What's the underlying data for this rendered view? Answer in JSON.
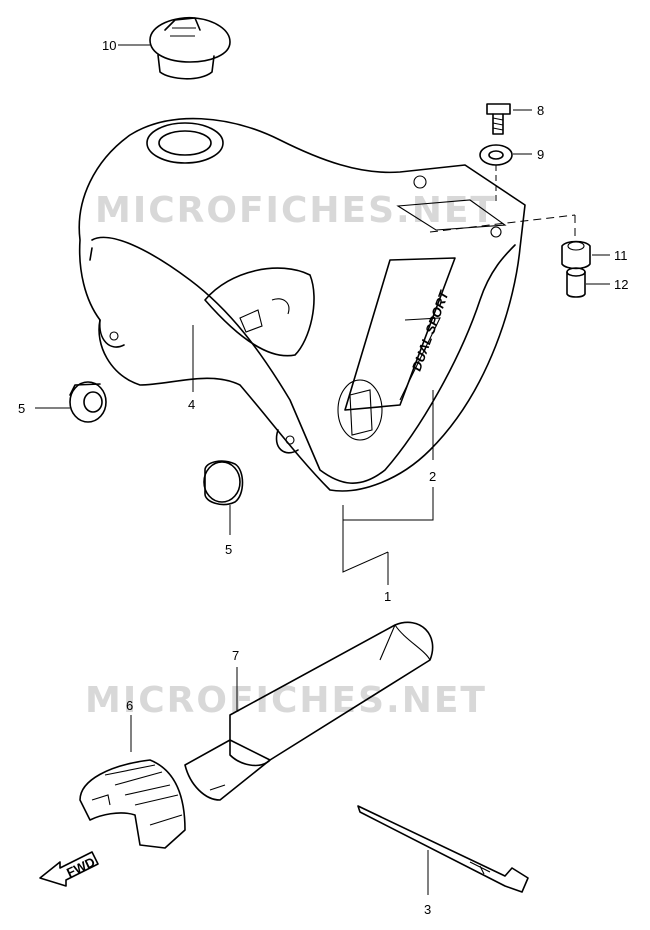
{
  "diagram": {
    "watermark": "MICROFICHES.NET",
    "decal_text": "DUAL SPORT",
    "fwd_label": "FWD",
    "callouts": [
      "1",
      "2",
      "3",
      "4",
      "5",
      "5",
      "6",
      "7",
      "8",
      "9",
      "10",
      "11",
      "12"
    ]
  }
}
